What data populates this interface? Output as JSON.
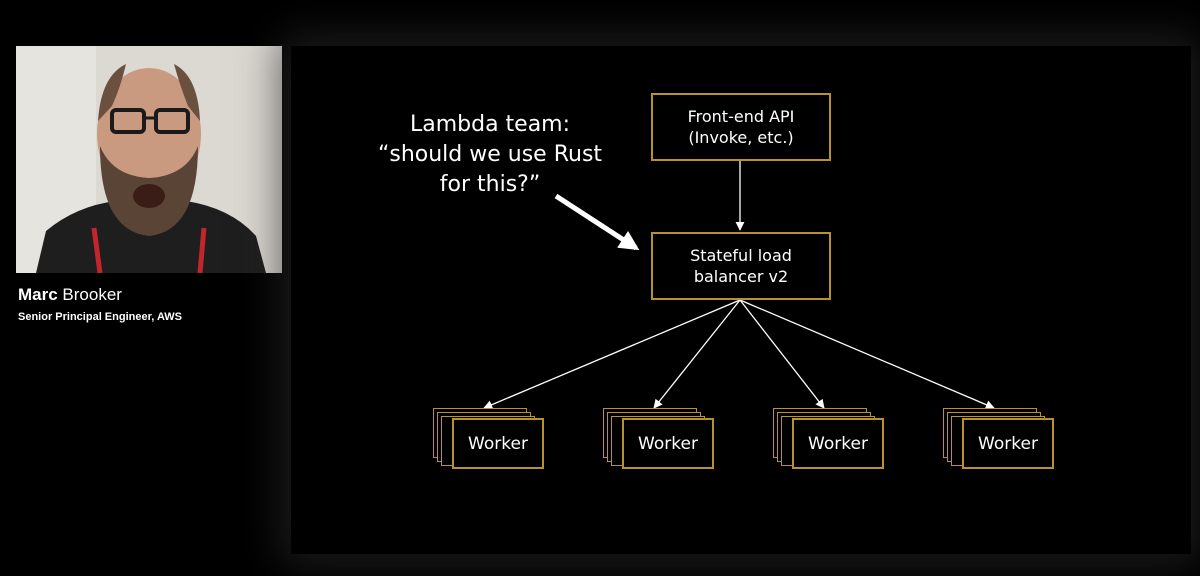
{
  "speaker": {
    "first_name": "Marc",
    "last_name": "Brooker",
    "title": "Senior Principal Engineer, AWS"
  },
  "slide": {
    "annotation": "Lambda team:\n“should we use Rust\nfor this?”",
    "frontend_box": "Front-end API\n(Invoke, etc.)",
    "loadbalancer_box": "Stateful load\nbalancer v2",
    "workers": [
      "Worker",
      "Worker",
      "Worker",
      "Worker"
    ]
  },
  "colors": {
    "box_border": "#b8922e",
    "background": "#000000",
    "text": "#ffffff"
  }
}
